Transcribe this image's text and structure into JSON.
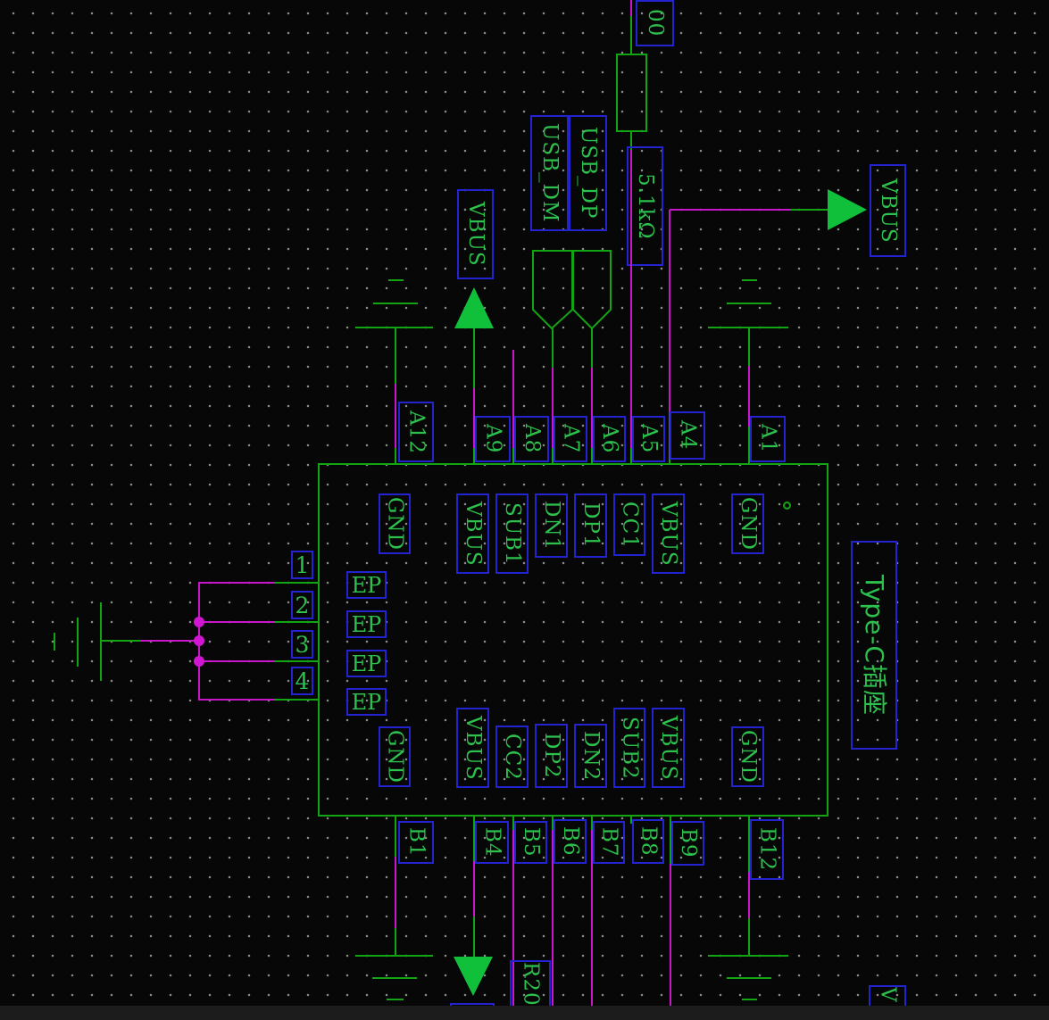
{
  "editor": {
    "background_color": "#070707",
    "grid_dot_color": "#8f8f8f",
    "taskbar_strip_color": "#1c1c1c"
  },
  "colors": {
    "wire_green": "#13a413",
    "wire_magenta": "#c817c8",
    "label_text_green": "#2cc14d",
    "label_box_blue": "#2323cf",
    "junction_dot_magenta": "#d016d0"
  },
  "component": {
    "title": "Type-C插座",
    "top_pins": [
      {
        "num": "A12",
        "name": "GND"
      },
      {
        "num": "A9",
        "name": "VBUS"
      },
      {
        "num": "A8",
        "name": "SUB1"
      },
      {
        "num": "A7",
        "name": "DN1"
      },
      {
        "num": "A6",
        "name": "DP1"
      },
      {
        "num": "A5",
        "name": "CC1"
      },
      {
        "num": "A4",
        "name": "VBUS"
      },
      {
        "num": "A1",
        "name": "GND"
      }
    ],
    "bottom_pins": [
      {
        "num": "B1",
        "name": "GND"
      },
      {
        "num": "B4",
        "name": "VBUS"
      },
      {
        "num": "B5",
        "name": "CC2"
      },
      {
        "num": "B6",
        "name": "DP2"
      },
      {
        "num": "B7",
        "name": "DN2"
      },
      {
        "num": "B8",
        "name": "SUB2"
      },
      {
        "num": "B9",
        "name": "VBUS"
      },
      {
        "num": "B12",
        "name": "GND"
      }
    ],
    "left_pins": [
      {
        "num": "1",
        "name": "EP"
      },
      {
        "num": "2",
        "name": "EP"
      },
      {
        "num": "3",
        "name": "EP"
      },
      {
        "num": "4",
        "name": "EP"
      }
    ]
  },
  "net_flags": {
    "vbus_up": "VBUS",
    "vbus_right": "VBUS",
    "usb_dm": "USB_DM",
    "usb_dp": "USB_DP"
  },
  "resistor": {
    "value": "5.1kΩ",
    "designator_partial": "00"
  },
  "partial_labels": {
    "r20": "R20",
    "v": "V"
  }
}
